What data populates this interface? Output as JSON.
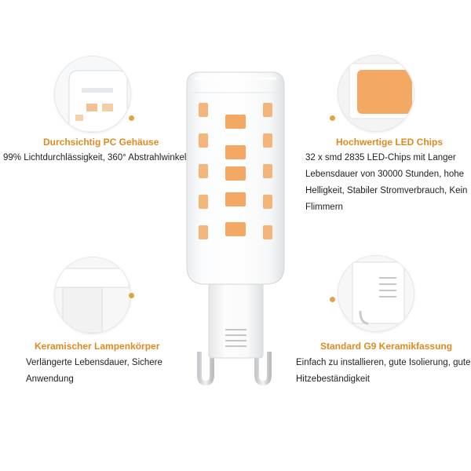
{
  "colors": {
    "accent": "#e08a1e",
    "led_chip": "#f3a964",
    "text": "#222222"
  },
  "features": {
    "top_left": {
      "title": "Durchsichtig PC Gehäuse",
      "description": "99% Lichtdurchlässigkeit, 360° Abstrahlwinkel"
    },
    "top_right": {
      "title": "Hochwertige LED Chips",
      "lines": [
        "32 x smd 2835 LED-Chips mit Langer",
        "Lebensdauer von 30000 Stunden, hohe",
        "Helligkeit, Stabiler Stromverbrauch, Kein",
        "Flimmern"
      ]
    },
    "bottom_left": {
      "title": "Keramischer Lampenkörper",
      "lines": [
        "Verlängerte Lebensdauer, Sichere",
        "Anwendung"
      ]
    },
    "bottom_right": {
      "title": "Standard G9 Keramikfassung",
      "lines": [
        "Einfach zu installieren, gute Isolierung, gute",
        "Hitzebeständigkeit"
      ]
    }
  }
}
